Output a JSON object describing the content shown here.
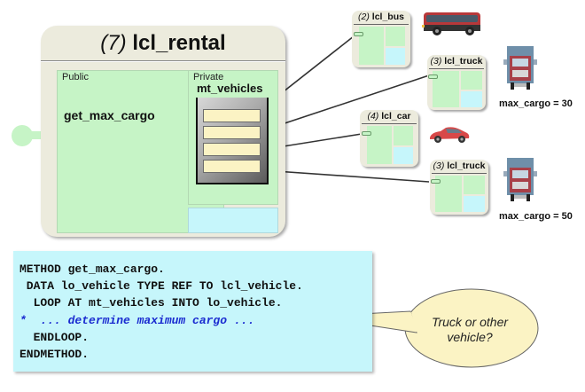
{
  "main_object": {
    "count": "(7)",
    "name": "lcl_rental",
    "public_label": "Public",
    "private_label": "Private",
    "public_method": "get_max_cargo",
    "attribute": "mt_vehicles",
    "table_rows": 4
  },
  "referenced_objects": [
    {
      "count": "(2)",
      "name": "lcl_bus",
      "icon": "bus-icon"
    },
    {
      "count": "(3)",
      "name": "lcl_truck",
      "icon": "truck-icon",
      "caption": "max_cargo = 30"
    },
    {
      "count": "(4)",
      "name": "lcl_car",
      "icon": "car-icon"
    },
    {
      "count": "(3)",
      "name": "lcl_truck",
      "icon": "truck-icon",
      "caption": "max_cargo = 50"
    }
  ],
  "code": {
    "lines": [
      "METHOD get_max_cargo.",
      " DATA lo_vehicle TYPE REF TO lcl_vehicle.",
      "  LOOP AT mt_vehicles INTO lo_vehicle.",
      "*  ... determine maximum cargo ...",
      "  ENDLOOP.",
      "ENDMETHOD."
    ]
  },
  "callout": {
    "line1": "Truck or other",
    "line2": "vehicle?"
  },
  "colors": {
    "object_bg": "#ecebdd",
    "public_green": "#c6f4c6",
    "private_cyan": "#c6f6fb",
    "table_row": "#fbf3c4",
    "code_bg": "#c6f6fb",
    "comment_blue": "#1a2bd0",
    "callout_bg": "#fbf3c4"
  }
}
